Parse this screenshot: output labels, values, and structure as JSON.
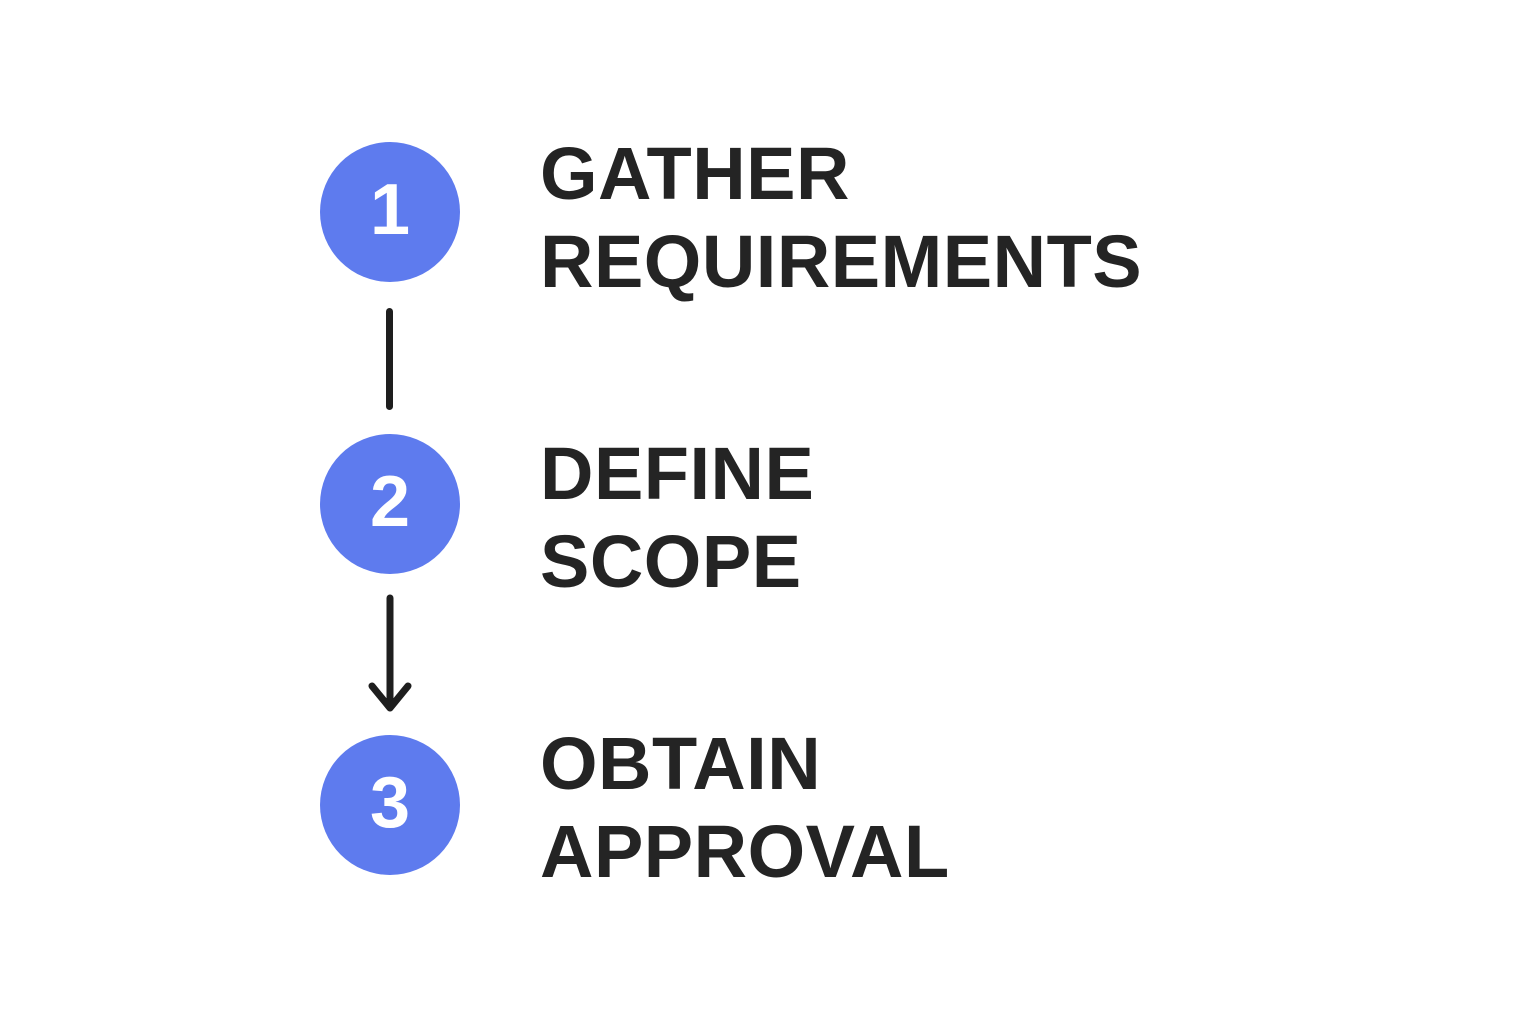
{
  "colors": {
    "accent": "#5e7bee",
    "text": "#242424",
    "connector": "#1e1e1e",
    "background": "#ffffff",
    "number": "#ffffff"
  },
  "diagram": {
    "steps": [
      {
        "number": "1",
        "label_lines": [
          "GATHER",
          "REQUIREMENTS"
        ]
      },
      {
        "number": "2",
        "label_lines": [
          "DEFINE",
          "SCOPE"
        ]
      },
      {
        "number": "3",
        "label_lines": [
          "OBTAIN",
          "APPROVAL"
        ]
      }
    ],
    "connectors": [
      {
        "from": "1",
        "to": "2",
        "type": "line"
      },
      {
        "from": "2",
        "to": "3",
        "type": "arrow"
      }
    ]
  }
}
